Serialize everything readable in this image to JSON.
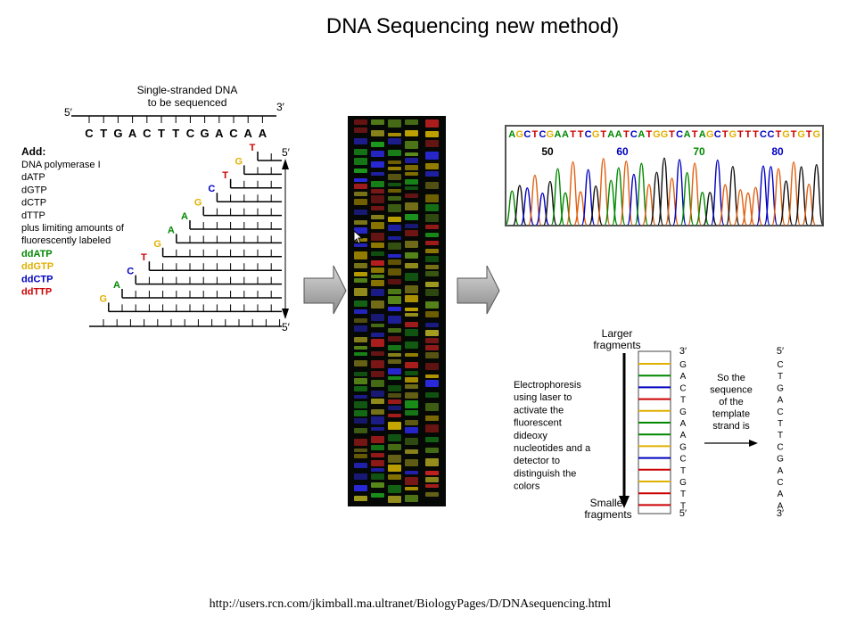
{
  "title": "DNA Sequencing new method)",
  "source_url": "http://users.rcn.com/jkimball.ma.ultranet/BiologyPages/D/DNAsequencing.html",
  "colors": {
    "A": "#008800",
    "G": "#e0b000",
    "C": "#0000c0",
    "T": "#cc0000"
  },
  "panel_left": {
    "heading_line1": "Single-stranded DNA",
    "heading_line2": "to be sequenced",
    "five_prime": "5′",
    "three_prime": "3′",
    "template_sequence": [
      "C",
      "T",
      "G",
      "A",
      "C",
      "T",
      "T",
      "C",
      "G",
      "A",
      "C",
      "A",
      "A"
    ],
    "added_bases": [
      "T",
      "G",
      "T",
      "C",
      "G",
      "A",
      "A",
      "G",
      "T",
      "C",
      "A",
      "G"
    ],
    "add_heading": "Add:",
    "add_lines": [
      "DNA polymerase I",
      "dATP",
      "dGTP",
      "dCTP",
      "dTTP",
      "plus limiting amounts of",
      "fluorescently labeled"
    ],
    "dd_lines": [
      {
        "text": "ddATP",
        "base": "A"
      },
      {
        "text": "ddGTP",
        "base": "G"
      },
      {
        "text": "ddCTP",
        "base": "C"
      },
      {
        "text": "ddTTP",
        "base": "T"
      }
    ]
  },
  "chromatogram": {
    "sequence": "AGCTCGAATTCGTAATCATGGTCATAGCTGTTTCCTGTGTG",
    "position_labels": [
      {
        "text": "50",
        "base": "black"
      },
      {
        "text": "60",
        "base": "C"
      },
      {
        "text": "70",
        "base": "A"
      },
      {
        "text": "80",
        "base": "C"
      }
    ]
  },
  "electrophoresis": {
    "larger_line1": "Larger",
    "larger_line2": "fragments",
    "smaller_line1": "Smaller",
    "smaller_line2": "fragments",
    "description": [
      "Electrophoresis",
      "using laser to",
      "activate the",
      "fluorescent",
      "dideoxy",
      "nucleotides and a",
      "detector to",
      "distinguish the",
      "colors"
    ],
    "read_label_top": "3′",
    "read_sequence": [
      "G",
      "A",
      "C",
      "T",
      "G",
      "A",
      "A",
      "G",
      "C",
      "T",
      "G",
      "T",
      "T"
    ],
    "read_label_bottom": "5′",
    "conclusion": [
      "So the",
      "sequence",
      "of the",
      "template",
      "strand is"
    ],
    "template_label_top": "5′",
    "template_sequence": [
      "C",
      "T",
      "G",
      "A",
      "C",
      "T",
      "T",
      "C",
      "G",
      "A",
      "C",
      "A",
      "A"
    ],
    "template_label_bottom": "3′"
  }
}
